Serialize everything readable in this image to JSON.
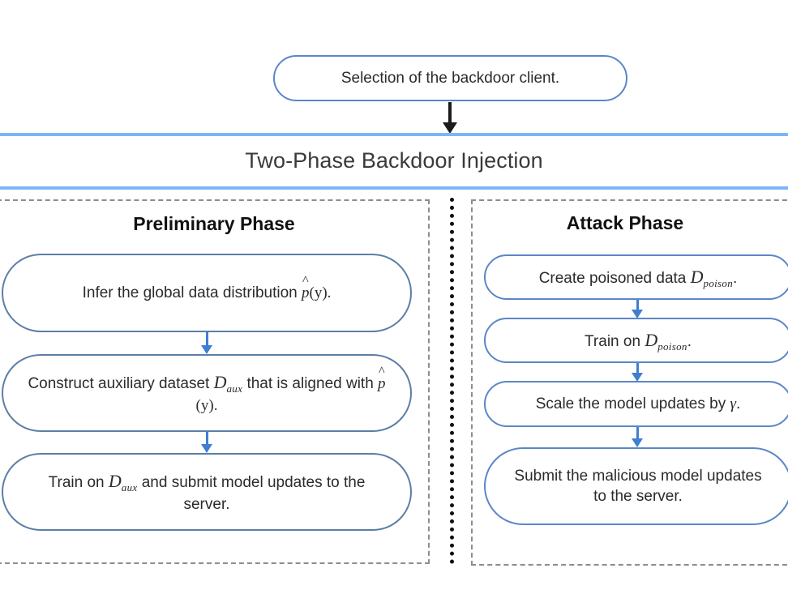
{
  "banner": {
    "title": "Two-Phase Backdoor Injection",
    "rule_color": "#7db4fb"
  },
  "top_node": {
    "label": "Selection of the backdoor client.",
    "arrow_name": "arrow-to-banner"
  },
  "phases": [
    {
      "id": "preliminary",
      "title": "Preliminary Phase",
      "steps": [
        {
          "id": "infer-distribution",
          "text_parts": [
            "Infer the global data distribution ",
            "p̂",
            "(y)."
          ],
          "plain": "Infer the global data distribution p̂(y)."
        },
        {
          "id": "construct-auxiliary-dataset",
          "text_parts": [
            "Construct auxiliary dataset ",
            "D",
            "aux",
            " that is aligned with ",
            "p̂",
            "(y)."
          ],
          "plain": "Construct auxiliary dataset D_aux that is aligned with p̂(y)."
        },
        {
          "id": "train-and-submit",
          "text_parts": [
            "Train on ",
            "D",
            "aux",
            " and submit model updates to the server."
          ],
          "plain": "Train on D_aux and submit model updates to the server."
        }
      ]
    },
    {
      "id": "attack",
      "title": "Attack Phase",
      "steps": [
        {
          "id": "create-poisoned-data",
          "text_parts": [
            "Create poisoned data ",
            "D",
            "poison",
            "."
          ],
          "plain": "Create poisoned data D_poison."
        },
        {
          "id": "train-on-poison",
          "text_parts": [
            "Train on ",
            "D",
            "poison",
            "."
          ],
          "plain": "Train on D_poison."
        },
        {
          "id": "scale-model-updates",
          "text_parts": [
            "Scale the model updates by ",
            "γ",
            "."
          ],
          "plain": "Scale the model updates by γ."
        },
        {
          "id": "submit-malicious-updates",
          "text_parts": [
            "Submit the malicious model updates to the server."
          ],
          "plain": "Submit the malicious model updates to the server."
        }
      ]
    }
  ],
  "colors": {
    "box_border_blue": "#5b86c8",
    "box_border_steel": "#5c7fa6",
    "arrow_blue": "#3f7fd0",
    "arrow_black": "#1b1b1b",
    "panel_dash": "#8d8d8d",
    "divider_dot": "#111111",
    "text": "#2b2b2b"
  }
}
